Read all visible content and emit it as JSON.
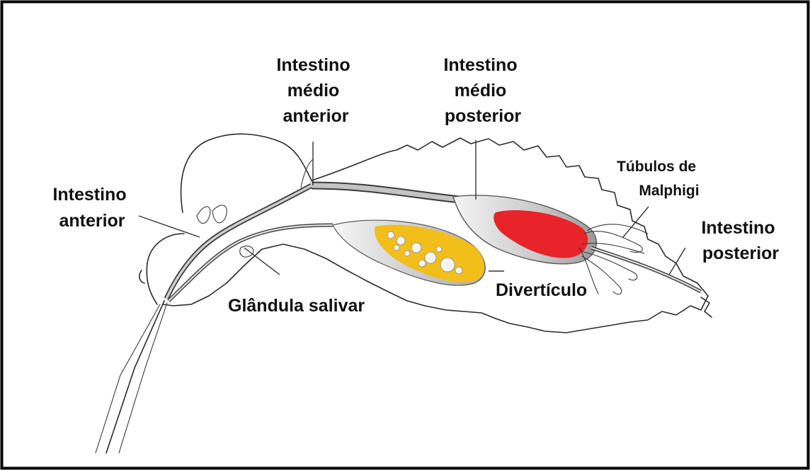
{
  "labels": {
    "intestino_medio_anterior": [
      "Intestino",
      "médio",
      "anterior"
    ],
    "intestino_medio_posterior": [
      "Intestino",
      "médio",
      "posterior"
    ],
    "intestino_anterior": [
      "Intestino",
      "anterior"
    ],
    "tubulos_malphigi": [
      "Túbulos de",
      "Malphigi"
    ],
    "intestino_posterior": [
      "Intestino",
      "posterior"
    ],
    "diverticulo": "Divertículo",
    "glandula_salivar": "Glândula salivar"
  },
  "colors": {
    "frame": "#000000",
    "diverticulum_fill": "#f2be1a",
    "midgut_posterior_fill": "#e8232a",
    "gut_gray": "#bdbdbd",
    "ink": "#2a2a2a"
  }
}
